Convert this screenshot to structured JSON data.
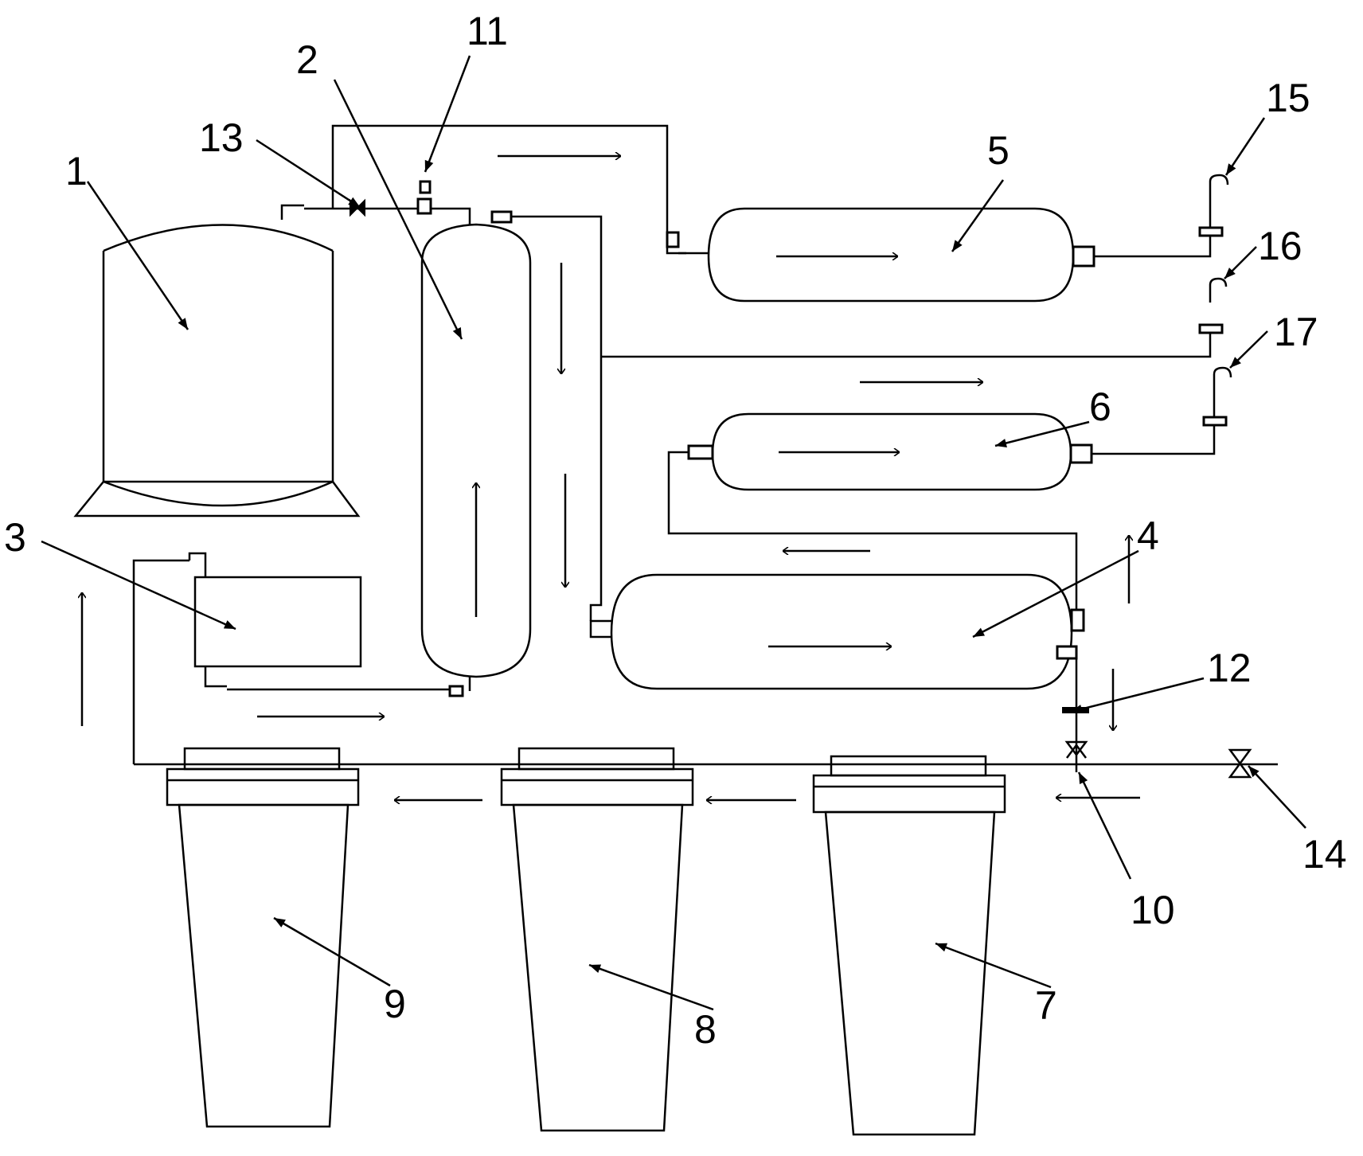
{
  "diagram": {
    "labels": [
      {
        "id": "label-1",
        "text": "1"
      },
      {
        "id": "label-2",
        "text": "2"
      },
      {
        "id": "label-3",
        "text": "3"
      },
      {
        "id": "label-4",
        "text": "4"
      },
      {
        "id": "label-5",
        "text": "5"
      },
      {
        "id": "label-6",
        "text": "6"
      },
      {
        "id": "label-7",
        "text": "7"
      },
      {
        "id": "label-8",
        "text": "8"
      },
      {
        "id": "label-9",
        "text": "9"
      },
      {
        "id": "label-10",
        "text": "10"
      },
      {
        "id": "label-11",
        "text": "11"
      },
      {
        "id": "label-12",
        "text": "12"
      },
      {
        "id": "label-13",
        "text": "13"
      },
      {
        "id": "label-14",
        "text": "14"
      },
      {
        "id": "label-15",
        "text": "15"
      },
      {
        "id": "label-16",
        "text": "16"
      },
      {
        "id": "label-17",
        "text": "17"
      }
    ],
    "colors": {
      "ink": "#000000",
      "background": "#ffffff"
    }
  }
}
